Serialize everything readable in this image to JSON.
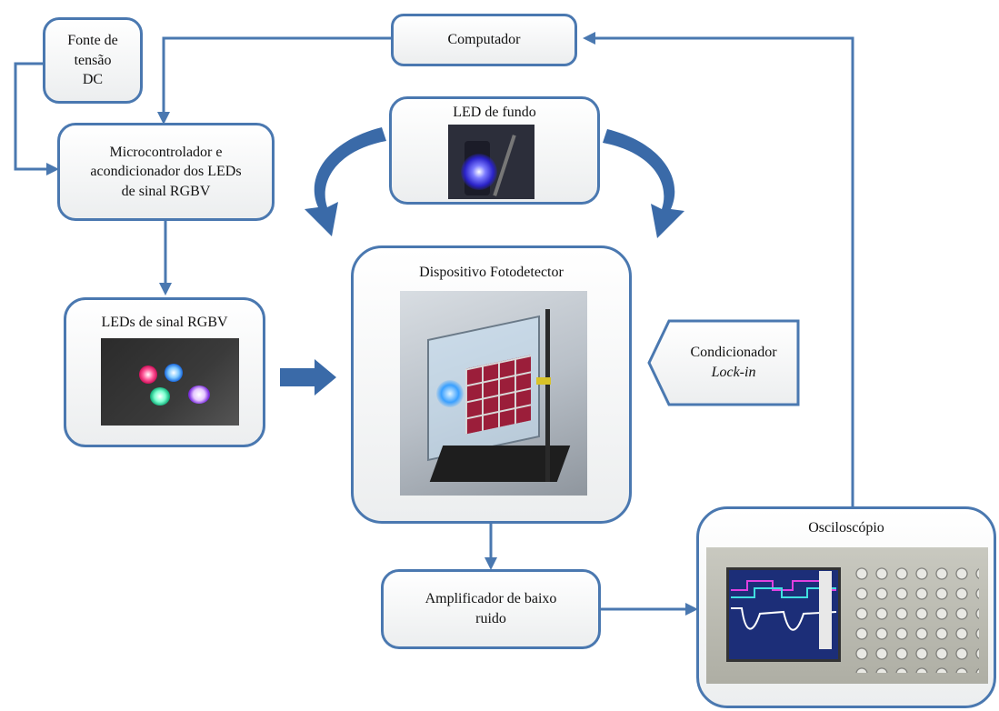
{
  "nodes": {
    "fonte": [
      "Fonte de",
      "tensão",
      "DC"
    ],
    "computador": "Computador",
    "micro": [
      "Microcontrolador e",
      "acondicionador dos LEDs",
      "de sinal RGBV"
    ],
    "led_fundo": "LED de fundo",
    "leds_sinal": "LEDs de sinal RGBV",
    "fotodetector": "Dispositivo Fotodetector",
    "condicionador": [
      "Condicionador",
      "Lock-in"
    ],
    "amplificador": [
      "Amplificador de baixo",
      "ruido"
    ],
    "osciloscopio": "Osciloscópio"
  },
  "colors": {
    "border": "#4a78b0",
    "connector": "#4a78b0",
    "curved_arrow": "#3a6aa8",
    "box_fill_top": "#ffffff",
    "box_fill_bottom": "#eceeef"
  }
}
